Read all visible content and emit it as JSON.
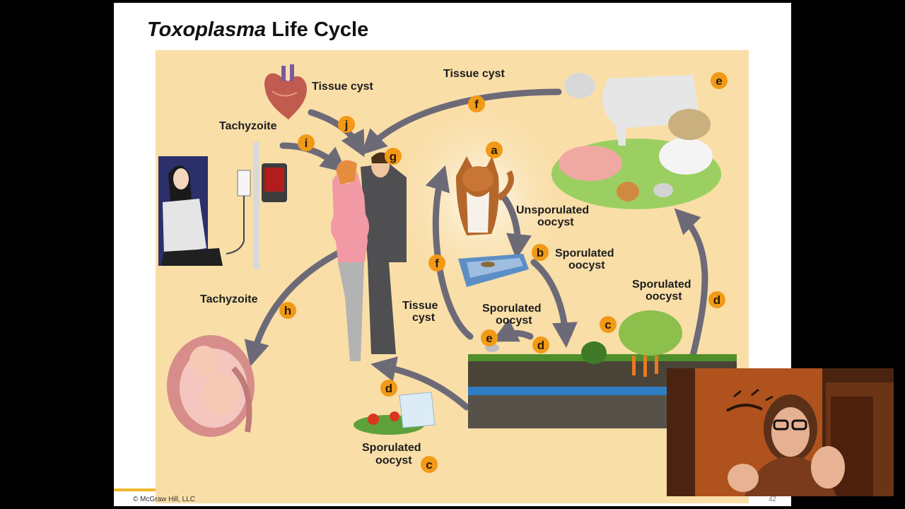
{
  "slide": {
    "title_italic": "Toxoplasma",
    "title_rest": "Life Cycle",
    "copyright": "© McGraw Hill, LLC",
    "page_number": "42"
  },
  "labels": {
    "tissue_cyst_heart": "Tissue cyst",
    "tissue_cyst_top": "Tissue cyst",
    "tachyzoite_top": "Tachyzoite",
    "tachyzoite_left": "Tachyzoite",
    "unsporulated_1": "Unsporulated",
    "unsporulated_2": "oocyst",
    "sporulated_b_1": "Sporulated",
    "sporulated_b_2": "oocyst",
    "sporulated_right_1": "Sporulated",
    "sporulated_right_2": "oocyst",
    "sporulated_mid_1": "Sporulated",
    "sporulated_mid_2": "oocyst",
    "tissue_cyst_mid_1": "Tissue",
    "tissue_cyst_mid_2": "cyst",
    "sporulated_bottom_1": "Sporulated",
    "sporulated_bottom_2": "oocyst"
  },
  "badges": {
    "a": "a",
    "b": "b",
    "c_soil": "c",
    "c_food": "c",
    "d_right": "d",
    "d_food": "d",
    "d_soil": "d",
    "e_animals": "e",
    "e_mouse": "e",
    "f_top": "f",
    "f_mid": "f",
    "g": "g",
    "h": "h",
    "i": "i",
    "j": "j"
  },
  "colors": {
    "panel": "#f9dea8",
    "arrow": "#6d6a78",
    "badge": "#f29a16",
    "accent_line": "#f2b72c"
  }
}
